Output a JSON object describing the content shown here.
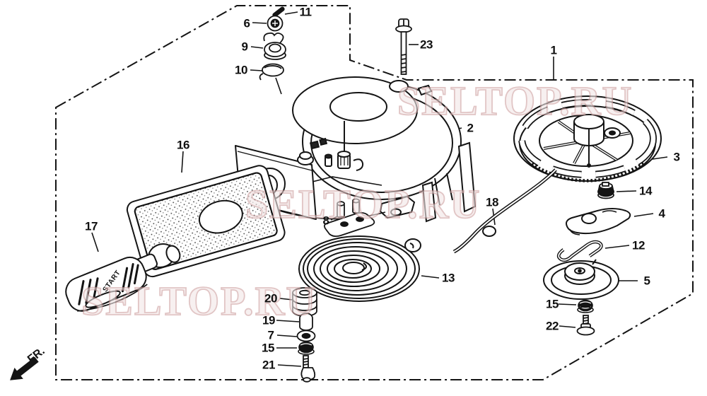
{
  "watermark": {
    "text": "SELTOP.RU",
    "color": "#d8b2b2"
  },
  "fr_indicator": {
    "label": "FR."
  },
  "grip": {
    "embossed_text": "START"
  },
  "callouts": [
    {
      "label": "11"
    },
    {
      "label": "6"
    },
    {
      "label": "9"
    },
    {
      "label": "10"
    },
    {
      "label": "23"
    },
    {
      "label": "1"
    },
    {
      "label": "2"
    },
    {
      "label": "16"
    },
    {
      "label": "3"
    },
    {
      "label": "14"
    },
    {
      "label": "4"
    },
    {
      "label": "12"
    },
    {
      "label": "18"
    },
    {
      "label": "8"
    },
    {
      "label": "17"
    },
    {
      "label": "5"
    },
    {
      "label": "13"
    },
    {
      "label": "15"
    },
    {
      "label": "22"
    },
    {
      "label": "20"
    },
    {
      "label": "19"
    },
    {
      "label": "7"
    },
    {
      "label": "15"
    },
    {
      "label": "21"
    }
  ]
}
